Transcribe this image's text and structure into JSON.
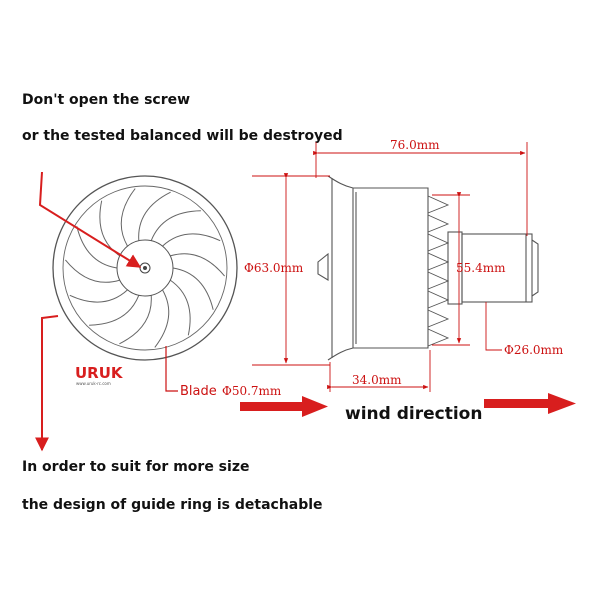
{
  "notes": {
    "top_line1": "Don't open the screw",
    "top_line2": "or the tested balanced will be destroyed",
    "bottom_line1": "In order to suit for more size",
    "bottom_line2": "the design of guide ring is detachable"
  },
  "dimensions": {
    "total_length": "76.0mm",
    "outer_diameter": "Φ63.0mm",
    "motor_diameter": "55.4mm",
    "tail_diameter": "Φ26.0mm",
    "shroud_length": "34.0mm",
    "blade_label": "Blade",
    "blade_diameter": "Φ50.7mm"
  },
  "wind": {
    "label": "wind direction"
  },
  "logo": {
    "text": "URUK",
    "tagline": "www.uruk-rc.com"
  },
  "colors": {
    "annotation": "#d81e1e",
    "drawing": "#555555",
    "text": "#111111"
  },
  "icons": {
    "arrows": [
      "arrow-right-icon",
      "arrow-down-icon",
      "pointer-arrow-icon"
    ]
  }
}
